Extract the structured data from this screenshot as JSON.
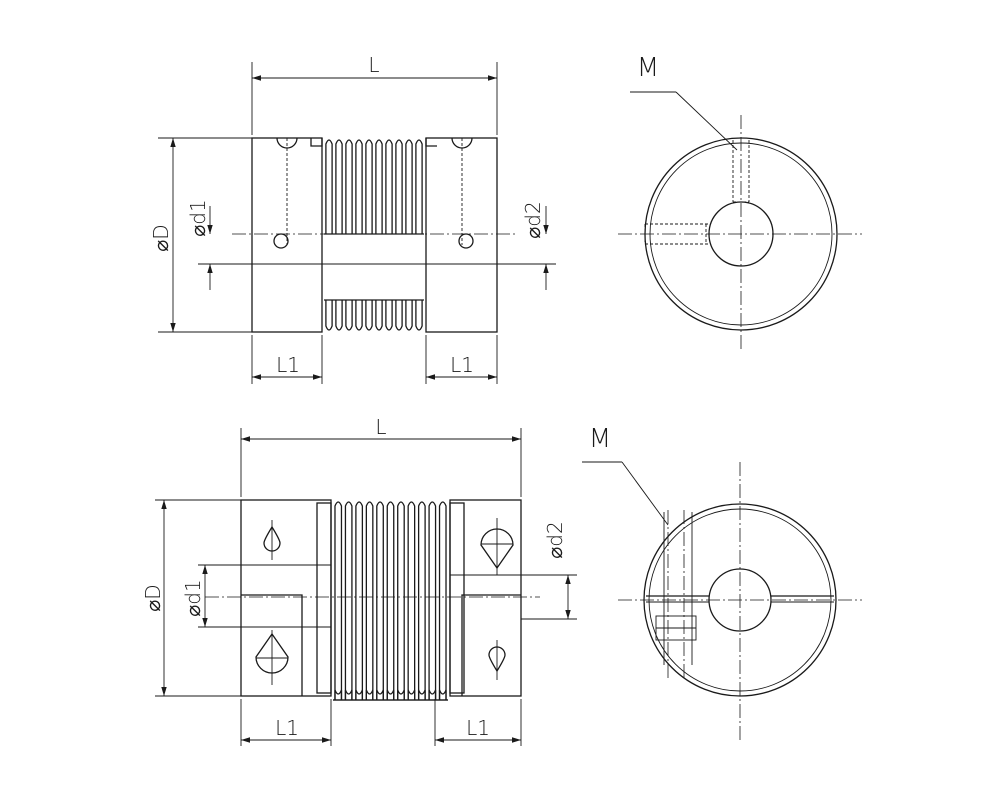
{
  "views": {
    "top_side": {
      "length_label": "L",
      "diameter_label": "⌀D",
      "bore1_label": "⌀d1",
      "bore2_label": "⌀d2",
      "hub_left_label": "L1",
      "hub_right_label": "L1"
    },
    "top_end": {
      "screw_label": "M"
    },
    "bottom_side": {
      "length_label": "L",
      "diameter_label": "⌀D",
      "bore1_label": "⌀d1",
      "bore2_label": "⌀d2",
      "hub_left_label": "L1",
      "hub_right_label": "L1"
    },
    "bottom_end": {
      "screw_label": "M"
    }
  },
  "colors": {
    "line": "#1a1a1a",
    "background": "#ffffff"
  }
}
